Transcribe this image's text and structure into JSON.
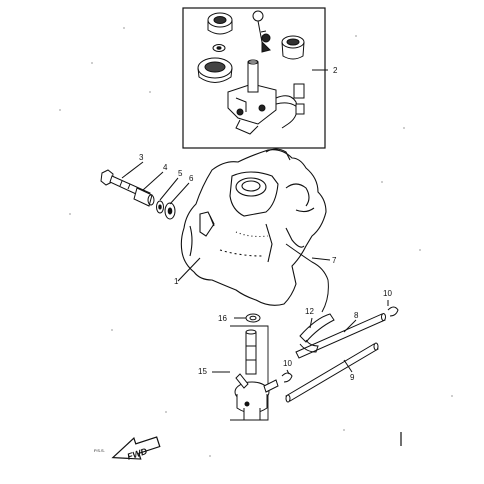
{
  "diagram": {
    "callouts": {
      "c1": "1",
      "c2": "2",
      "c3": "3",
      "c4": "4",
      "c5": "5",
      "c6": "6",
      "c7": "7",
      "c8": "8",
      "c9": "9",
      "c10a": "10",
      "c10b": "10",
      "c12": "12",
      "c15": "15",
      "c16": "16"
    },
    "fwd_label": "FWD",
    "fwd_small_text": "P.S.S."
  }
}
